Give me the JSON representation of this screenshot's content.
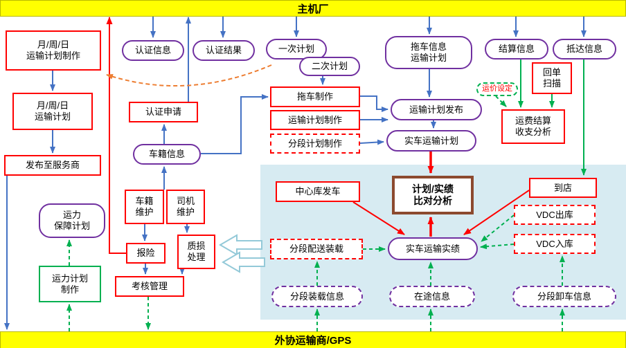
{
  "bars": {
    "top": "主机厂",
    "bottom": "外协运输商/GPS"
  },
  "nodes": {
    "monthly_make": "月/周/日\n运输计划制作",
    "cert_info": "认证信息",
    "cert_result": "认证结果",
    "plan_first": "一次计划",
    "plan_second": "二次计划",
    "trailer_info": "拖车信息\n运输计划",
    "settle_info": "结算信息",
    "arrive_info": "抵达信息",
    "receipt_scan": "回单\n扫描",
    "monthly_plan": "月/周/日\n运输计划",
    "cert_apply": "认证申请",
    "trailer_make": "拖车制作",
    "plan_make": "运输计划制作",
    "plan_publish": "运输计划发布",
    "price_set": "运价设定",
    "freight_settle": "运费结算\n收支分析",
    "publish_provider": "发布至服务商",
    "vehicle_info": "车籍信息",
    "segment_plan": "分段计划制作",
    "real_plan": "实车运输计划",
    "capacity_plan": "运力\n保障计划",
    "vehicle_maint": "车籍\n维护",
    "driver_maint": "司机\n维护",
    "center_depart": "中心库发车",
    "compare": "计划/实绩\n比对分析",
    "arrive_store": "到店",
    "vdc_out": "VDC出库",
    "vdc_in": "VDC入库",
    "report_ins": "报险",
    "damage": "质损\n处理",
    "seg_dispatch": "分段配送装载",
    "real_actual": "实车运输实绩",
    "capacity_make": "运力计划\n制作",
    "assess": "考核管理",
    "seg_load_info": "分段装载信息",
    "transit_info": "在途信息",
    "seg_unload_info": "分段卸车信息"
  },
  "colors": {
    "bar_bg": "#ffff00",
    "box_red": "#ff0000",
    "stadium_purple": "#7030a0",
    "green": "#00b050",
    "blue_arrow": "#4472c4",
    "red_arrow": "#ff0000",
    "orange_arrow": "#ed7d31",
    "zone_bg": "#d7ebf2",
    "compare_border": "#8c4a2f"
  }
}
